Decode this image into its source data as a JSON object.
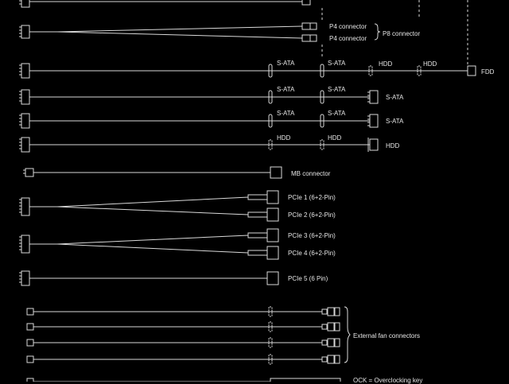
{
  "colors": {
    "background": "#000000",
    "line": "#d9d9d9",
    "text": "#e6e6e6"
  },
  "labels": {
    "p4_a": "P4 connector",
    "p4_b": "P4 connector",
    "p8": "P8 connector",
    "row1": [
      "S-ATA",
      "S-ATA",
      "HDD",
      "HDD",
      "FDD"
    ],
    "row2": [
      "S-ATA",
      "S-ATA",
      "S-ATA"
    ],
    "row3": [
      "S-ATA",
      "S-ATA",
      "S-ATA"
    ],
    "row4": [
      "HDD",
      "HDD",
      "HDD"
    ],
    "mb": "MB connector",
    "pcie": [
      "PCIe 1 (6+2-Pin)",
      "PCIe 2 (6+2-Pin)",
      "PCIe 3 (6+2-Pin)",
      "PCIe 4 (6+2-Pin)",
      "PCIe 5 (6 Pin)"
    ],
    "fans": "External fan connectors",
    "ock": "OCK = Overclocking key"
  }
}
